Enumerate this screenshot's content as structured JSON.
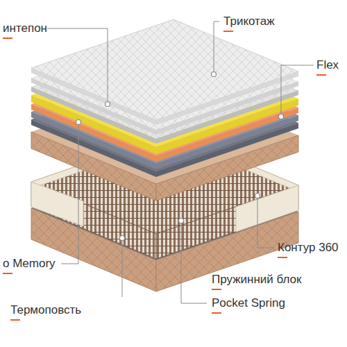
{
  "diagram": {
    "labels": [
      "Трикотаж",
      "интепон",
      "Flex",
      "Контур 360",
      "o Memory",
      "Пружинний блок",
      "Pocket Spring",
      "Термоповсть"
    ]
  }
}
